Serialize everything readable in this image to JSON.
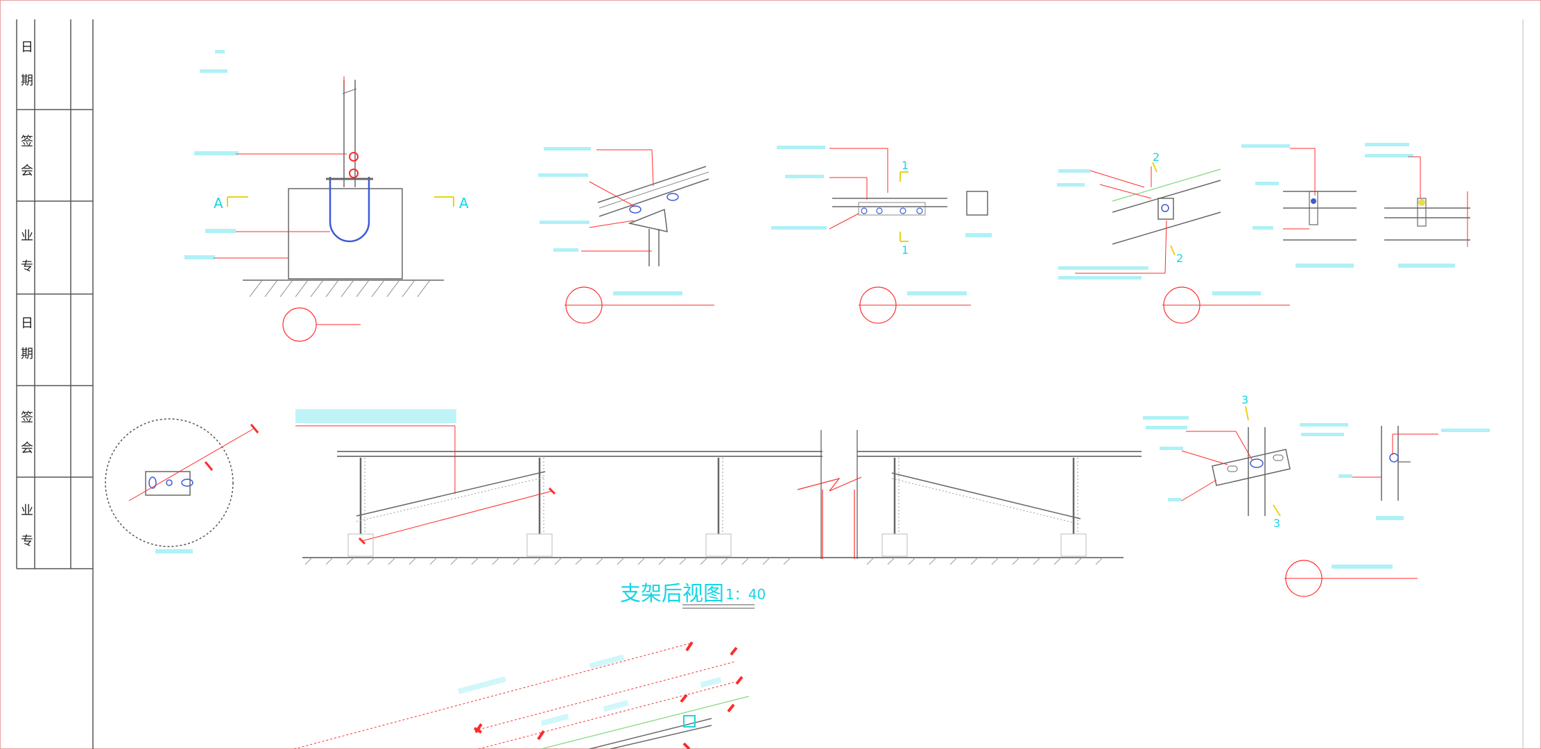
{
  "title_block": {
    "cells": [
      "日",
      "期",
      "签",
      "会",
      "业",
      "专",
      "日",
      "期",
      "签",
      "会",
      "业",
      "专"
    ]
  },
  "section_marks": {
    "a_left": "A",
    "a_right": "A",
    "one_top": "1",
    "one_bottom": "1",
    "two_top": "2",
    "two_bottom": "2",
    "three_top": "3",
    "three_bottom": "3"
  },
  "main_view": {
    "title": "支架后视图",
    "scale": "1：40"
  },
  "colors": {
    "cyan": "#16d6e6",
    "red": "#ff2a2a",
    "yellow": "#e6d21a",
    "line": "#555555"
  }
}
